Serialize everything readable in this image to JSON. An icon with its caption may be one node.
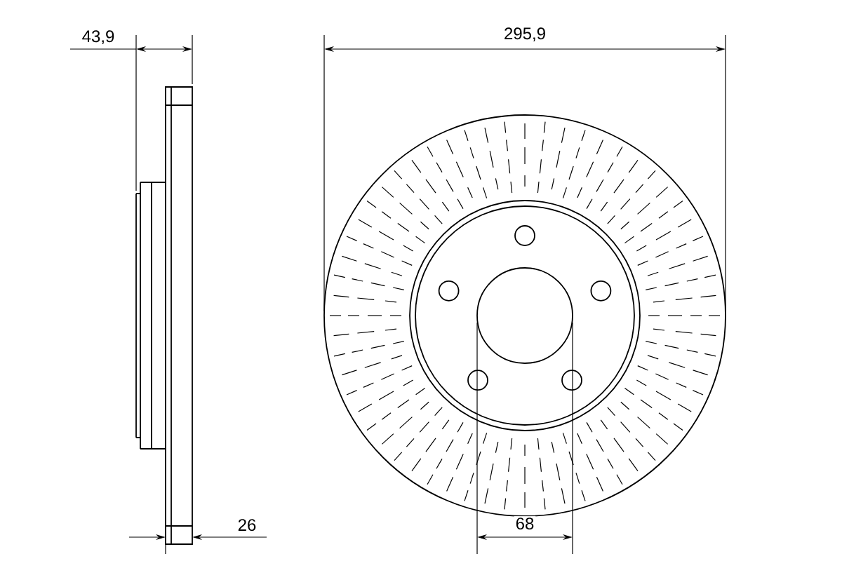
{
  "diagram": {
    "labels": [
      "43,9",
      "295,9",
      "26",
      "68"
    ]
  }
}
